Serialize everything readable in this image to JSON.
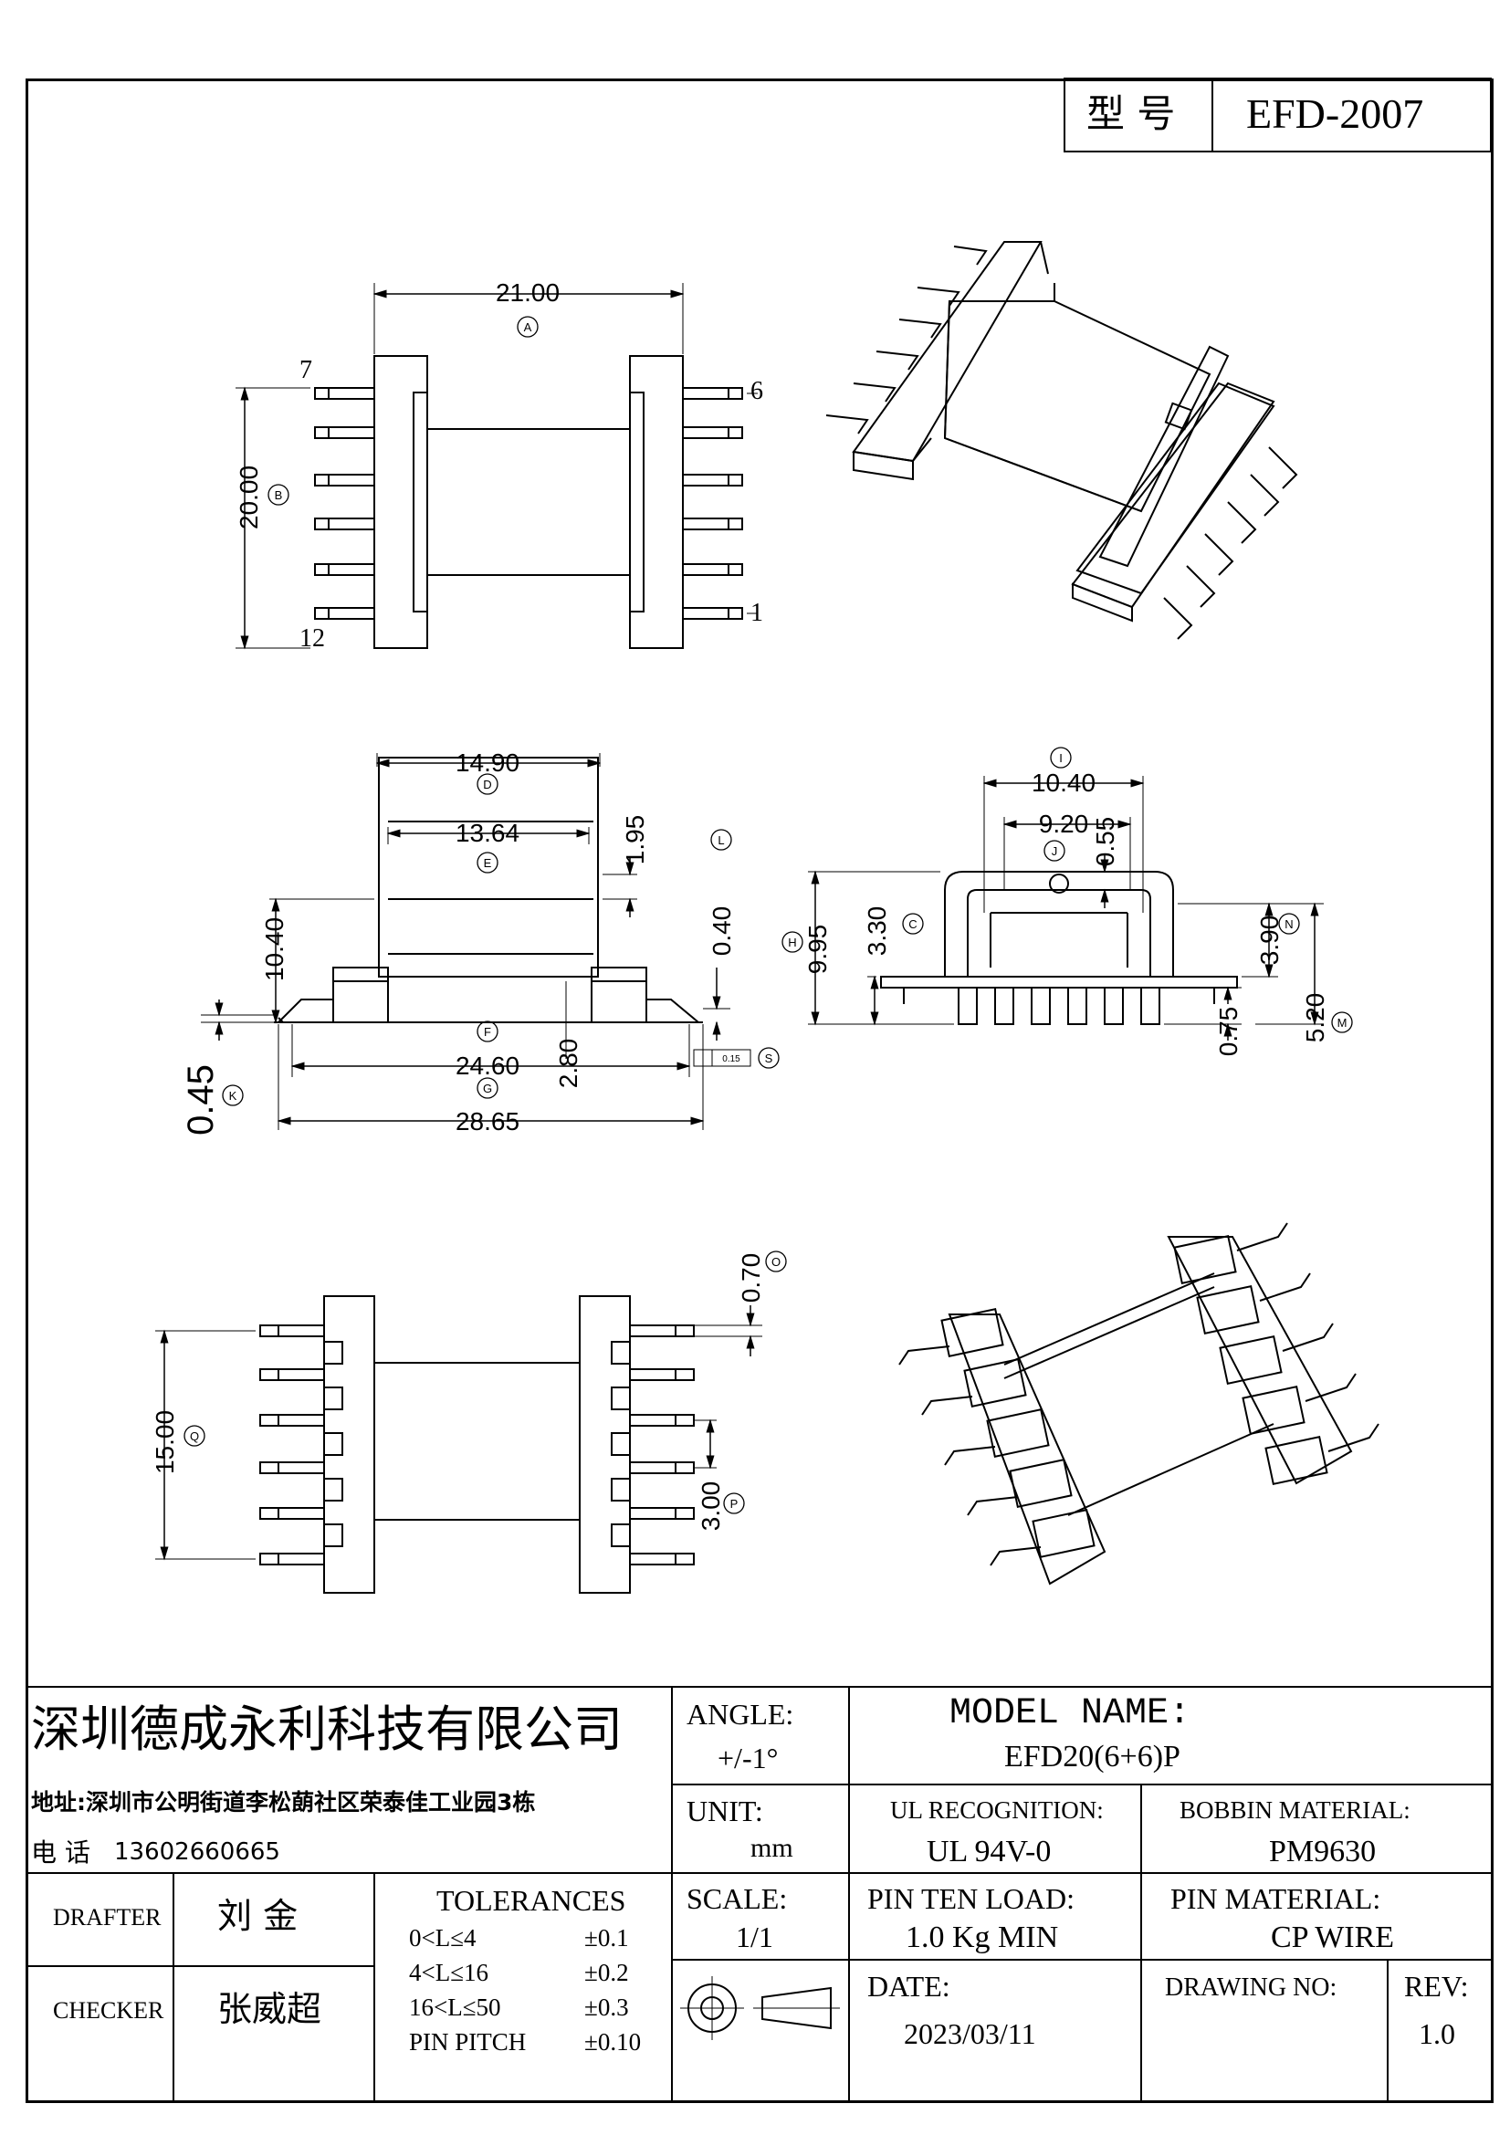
{
  "header": {
    "type_label": "型 号",
    "type_value": "EFD-2007"
  },
  "views": {
    "top": {
      "dim_a": "21.00",
      "dim_b": "20.00",
      "pin_7": "7",
      "pin_6": "6",
      "pin_12": "12",
      "pin_1": "1",
      "ref_a": "A",
      "ref_b": "B"
    },
    "front": {
      "dim_d": "14.90",
      "dim_e": "13.64",
      "dim_195": "1.95",
      "dim_040": "0.40",
      "dim_1040": "10.40",
      "dim_2460": "24.60",
      "dim_280": "2.80",
      "dim_2865": "28.65",
      "dim_045": "0.45",
      "tol": "0.15",
      "ref_d": "D",
      "ref_e": "E",
      "ref_l": "L",
      "ref_f": "F",
      "ref_g": "G",
      "ref_k": "K",
      "ref_s": "S"
    },
    "side": {
      "dim_1040": "10.40",
      "dim_920": "9.20",
      "dim_055": "0.55",
      "dim_995": "9.95",
      "dim_330": "3.30",
      "dim_390": "3.90",
      "dim_075": "0.75",
      "dim_520": "5.20",
      "ref_i": "I",
      "ref_j": "J",
      "ref_h": "H",
      "ref_c": "C",
      "ref_n": "N",
      "ref_m": "M"
    },
    "bottom": {
      "dim_070": "0.70",
      "dim_1500": "15.00",
      "dim_300": "3.00",
      "ref_o": "O",
      "ref_q": "Q",
      "ref_p": "P"
    }
  },
  "title_block": {
    "company": "深圳德成永利科技有限公司",
    "address": "地址:深圳市公明街道李松蓢社区荣泰佳工业园3栋",
    "phone_label": "电 话",
    "phone": "13602660665",
    "drafter_label": "DRAFTER",
    "drafter": "刘 金",
    "checker_label": "CHECKER",
    "checker": "张威超",
    "tolerances_label": "TOLERANCES",
    "tolerances": [
      {
        "range": "0<L≤4",
        "value": "±0.1"
      },
      {
        "range": "4<L≤16",
        "value": "±0.2"
      },
      {
        "range": "16<L≤50",
        "value": "±0.3"
      },
      {
        "range": "PIN PITCH",
        "value": "±0.10"
      }
    ],
    "angle_label": "ANGLE:",
    "angle": "+/-1°",
    "unit_label": "UNIT:",
    "unit": "mm",
    "scale_label": "SCALE:",
    "scale": "1/1",
    "model_name_label": "MODEL NAME:",
    "model_name": "EFD20(6+6)P",
    "ul_label": "UL RECOGNITION:",
    "ul": "UL 94V-0",
    "bobbin_label": "BOBBIN MATERIAL:",
    "bobbin": "PM9630",
    "pin_load_label": "PIN TEN LOAD:",
    "pin_load": "1.0 Kg MIN",
    "pin_material_label": "PIN MATERIAL:",
    "pin_material": "CP WIRE",
    "date_label": "DATE:",
    "date": "2023/03/11",
    "drawing_no_label": "DRAWING NO:",
    "rev_label": "REV:",
    "rev": "1.0"
  }
}
